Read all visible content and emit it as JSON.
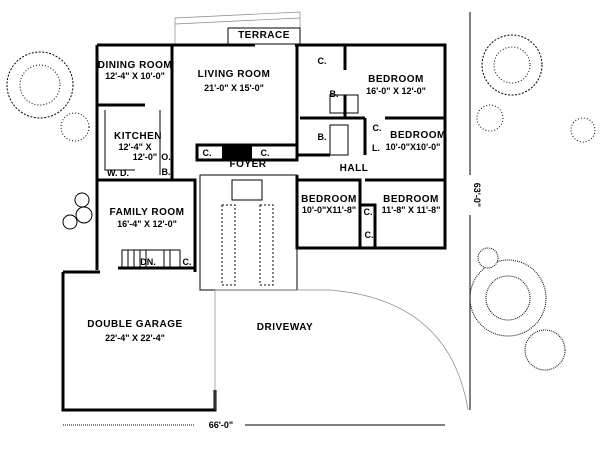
{
  "plan": {
    "rooms": {
      "terrace": {
        "name": "TERRACE"
      },
      "dining": {
        "name": "DINING ROOM",
        "size": "12'-4\" X 10'-0\""
      },
      "living": {
        "name": "LIVING ROOM",
        "size": "21'-0\" X 15'-0\""
      },
      "kitchen": {
        "name": "KITCHEN",
        "size_a": "12'-4\" X",
        "size_b": "12'-0\""
      },
      "master_bedroom": {
        "name": "BEDROOM",
        "size": "16'-0\" X 12'-0\""
      },
      "bedroom_2": {
        "name": "BEDROOM",
        "size": "10'-0\"X10'-0\""
      },
      "bedroom_3": {
        "name": "BEDROOM",
        "size": "10'-0\"X11'-8\""
      },
      "bedroom_4": {
        "name": "BEDROOM",
        "size": "11'-8\" X 11'-8\""
      },
      "foyer": {
        "name": "FOYER"
      },
      "hall": {
        "name": "HALL"
      },
      "family": {
        "name": "FAMILY ROOM",
        "size": "16'-4\" X 12'-0\""
      },
      "garage": {
        "name": "DOUBLE GARAGE",
        "size": "22'-4\" X 22'-4\""
      },
      "driveway": {
        "name": "DRIVEWAY"
      }
    },
    "abbreviations": {
      "closet": "C.",
      "bath": "B.",
      "linen": "L.",
      "oven": "O.",
      "washer_dryer": "W. D.",
      "down": "DN."
    },
    "dimensions": {
      "width": "66'-0\"",
      "depth": "63'-0\""
    }
  }
}
